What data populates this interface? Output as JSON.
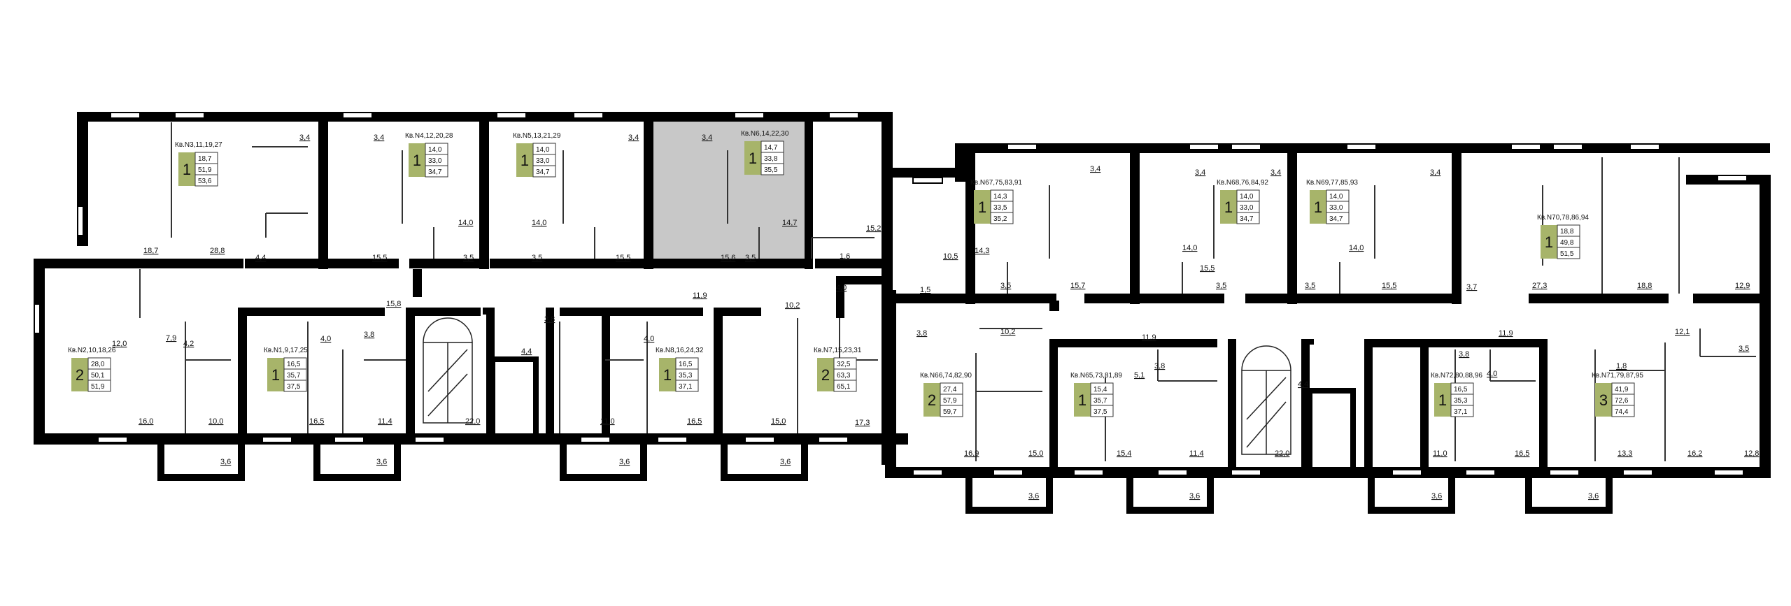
{
  "plan": {
    "wall_color": "#000000",
    "highlight_color": "#c8c8c8",
    "badge_color": "#a7b46a",
    "highlighted_apartment": "Кв.N6,14,22,30"
  },
  "apartments": [
    {
      "name": "Кв.N3,11,19,27",
      "rooms": "1",
      "areas": [
        "18,7",
        "51,9",
        "53,6"
      ]
    },
    {
      "name": "Кв.N4,12,20,28",
      "rooms": "1",
      "areas": [
        "14,0",
        "33,0",
        "34,7"
      ]
    },
    {
      "name": "Кв.N5,13,21,29",
      "rooms": "1",
      "areas": [
        "14,0",
        "33,0",
        "34,7"
      ]
    },
    {
      "name": "Кв.N6,14,22,30",
      "rooms": "1",
      "areas": [
        "14,7",
        "33,8",
        "35,5"
      ]
    },
    {
      "name": "Кв.N2,10,18,26",
      "rooms": "2",
      "areas": [
        "28,0",
        "50,1",
        "51,9"
      ]
    },
    {
      "name": "Кв.N1,9,17,25",
      "rooms": "1",
      "areas": [
        "16,5",
        "35,7",
        "37,5"
      ]
    },
    {
      "name": "Кв.N8,16,24,32",
      "rooms": "1",
      "areas": [
        "16,5",
        "35,3",
        "37,1"
      ]
    },
    {
      "name": "Кв.N7,15,23,31",
      "rooms": "2",
      "areas": [
        "32,5",
        "63,3",
        "65,1"
      ]
    },
    {
      "name": "Кв.N67,75,83,91",
      "rooms": "1",
      "areas": [
        "14,3",
        "33,5",
        "35,2"
      ]
    },
    {
      "name": "Кв.N68,76,84,92",
      "rooms": "1",
      "areas": [
        "14,0",
        "33,0",
        "34,7"
      ]
    },
    {
      "name": "Кв.N69,77,85,93",
      "rooms": "1",
      "areas": [
        "14,0",
        "33,0",
        "34,7"
      ]
    },
    {
      "name": "Кв.N70,78,86,94",
      "rooms": "1",
      "areas": [
        "18,8",
        "49,8",
        "51,5"
      ]
    },
    {
      "name": "Кв.N66,74,82,90",
      "rooms": "2",
      "areas": [
        "27,4",
        "57,9",
        "59,7"
      ]
    },
    {
      "name": "Кв.N65,73,81,89",
      "rooms": "1",
      "areas": [
        "15,4",
        "35,7",
        "37,5"
      ]
    },
    {
      "name": "Кв.N72,80,88,96",
      "rooms": "1",
      "areas": [
        "16,5",
        "35,3",
        "37,1"
      ]
    },
    {
      "name": "Кв.N71,79,87,95",
      "rooms": "3",
      "areas": [
        "41,9",
        "72,6",
        "74,4"
      ]
    }
  ],
  "room_labels": [
    "3,4",
    "3,4",
    "3,4",
    "3,4",
    "18,7",
    "28,8",
    "4,4",
    "15,5",
    "14,0",
    "3,5",
    "14,0",
    "3,5",
    "15,5",
    "15,6",
    "3,5",
    "14,7",
    "15,2",
    "1,6",
    "12,0",
    "7,9",
    "4,2",
    "16,0",
    "10,0",
    "4,0",
    "3,8",
    "15,8",
    "16,5",
    "11,4",
    "22,0",
    "4,4",
    "3,8",
    "4,0",
    "11,9",
    "11,0",
    "16,5",
    "10,2",
    "4,0",
    "15,0",
    "17,3",
    "3,6",
    "3,6",
    "3,6",
    "3,6",
    "3,4",
    "3,4",
    "3,4",
    "3,4",
    "10,5",
    "14,3",
    "1,5",
    "3,5",
    "15,7",
    "14,0",
    "15,5",
    "3,5",
    "14,0",
    "3,5",
    "15,5",
    "3,7",
    "27,3",
    "18,8",
    "12,9",
    "3,8",
    "10,2",
    "11,9",
    "5,1",
    "3,8",
    "3,8",
    "4,4",
    "11,9",
    "4,0",
    "12,1",
    "1,8",
    "3,5",
    "16,9",
    "15,0",
    "15,4",
    "11,4",
    "22,0",
    "11,0",
    "16,5",
    "13,3",
    "16,2",
    "12,8",
    "3,6",
    "3,6",
    "3,6",
    "3,6"
  ]
}
